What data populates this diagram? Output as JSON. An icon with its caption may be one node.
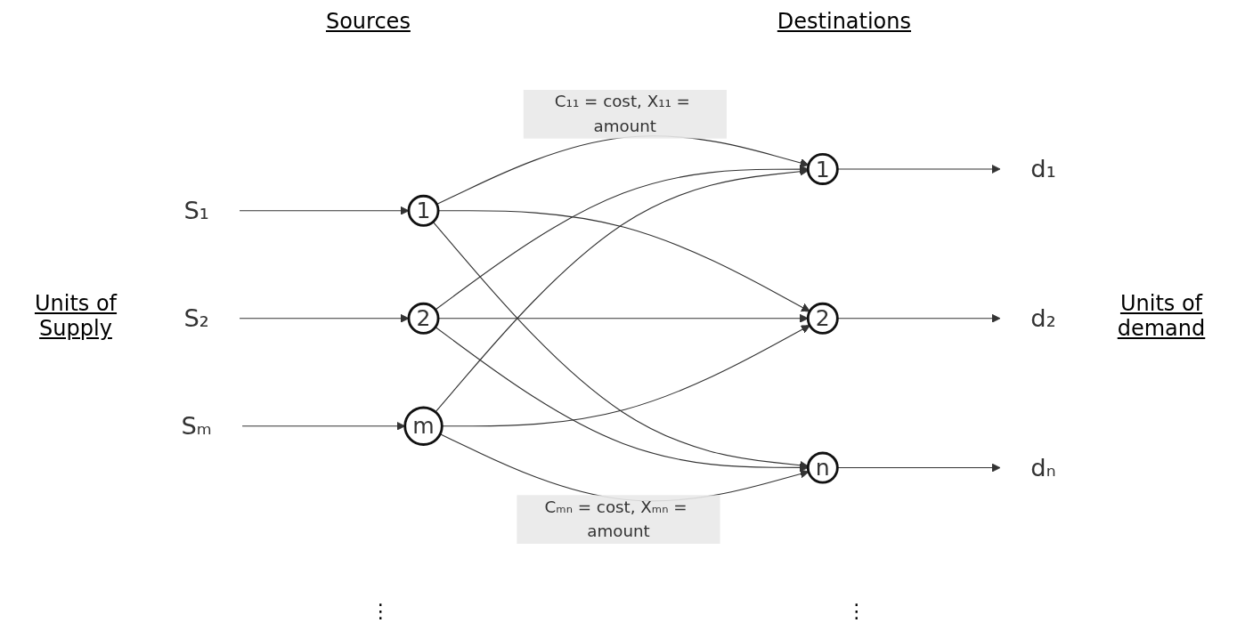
{
  "diagram": {
    "nodes": [
      {
        "text": [
          "S₁"
        ]
      },
      {
        "text": [
          "1"
        ]
      },
      {
        "text": [
          "S₂"
        ]
      },
      {
        "text": [
          "2"
        ]
      },
      {
        "text": [
          "Sₘ"
        ]
      },
      {
        "text": [
          "m"
        ]
      },
      {
        "text": [
          "1"
        ]
      },
      {
        "text": [
          "d₁"
        ]
      },
      {
        "text": [
          "2"
        ]
      },
      {
        "text": [
          "d₂"
        ]
      },
      {
        "text": [
          "n"
        ]
      },
      {
        "text": [
          "dₙ"
        ]
      }
    ],
    "edges": [
      {
        "from": 0,
        "to": 1,
        "arrow": "to"
      },
      {
        "from": 2,
        "to": 3,
        "arrow": "to"
      },
      {
        "from": 4,
        "to": 5,
        "arrow": "to"
      },
      {
        "from": 1,
        "to": 6,
        "arrow": "to",
        "label": "C₁₁ = cost, X₁₁ = amount"
      },
      {
        "from": 1,
        "to": 8,
        "arrow": "to"
      },
      {
        "from": 1,
        "to": 10,
        "arrow": "to"
      },
      {
        "from": 3,
        "to": 6,
        "arrow": "to"
      },
      {
        "from": 3,
        "to": 8,
        "arrow": "to"
      },
      {
        "from": 3,
        "to": 10,
        "arrow": "to"
      },
      {
        "from": 5,
        "to": 6,
        "arrow": "to"
      },
      {
        "from": 5,
        "to": 8,
        "arrow": "to"
      },
      {
        "from": 5,
        "to": 10,
        "arrow": "to",
        "label": "Cₘₙ = cost, Xₘₙ = amount"
      },
      {
        "from": 6,
        "to": 7,
        "arrow": "to"
      },
      {
        "from": 8,
        "to": 9,
        "arrow": "to"
      },
      {
        "from": 10,
        "to": 11,
        "arrow": "to"
      }
    ],
    "labels": [
      "Sources",
      "Destinations",
      "Units of Supply",
      "Units of demand",
      "⋮",
      "⋮"
    ]
  }
}
